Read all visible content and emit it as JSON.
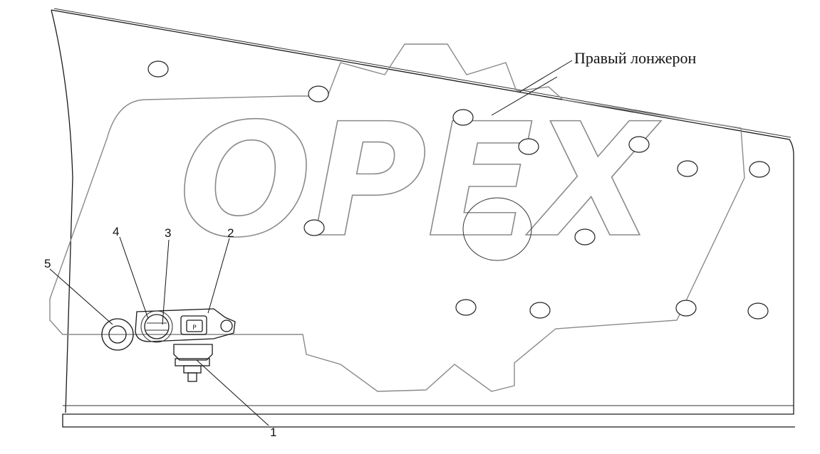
{
  "caption": "Правый лонжерон",
  "watermark": "OPEX",
  "callouts": [
    "1",
    "2",
    "3",
    "4",
    "5"
  ],
  "icons": {
    "sensor_label": "P"
  }
}
